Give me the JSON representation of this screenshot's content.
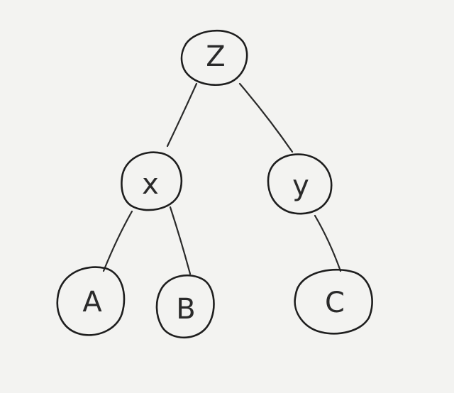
{
  "diagram": {
    "type": "tree",
    "nodes": [
      {
        "id": "z",
        "label": "Z"
      },
      {
        "id": "x",
        "label": "x"
      },
      {
        "id": "y",
        "label": "y"
      },
      {
        "id": "a",
        "label": "A"
      },
      {
        "id": "b",
        "label": "B"
      },
      {
        "id": "c",
        "label": "C"
      }
    ],
    "edges": [
      {
        "from": "z",
        "to": "x"
      },
      {
        "from": "z",
        "to": "y"
      },
      {
        "from": "x",
        "to": "a"
      },
      {
        "from": "x",
        "to": "b"
      },
      {
        "from": "y",
        "to": "c"
      }
    ],
    "colors": {
      "ink": "#1e1e1e",
      "paper": "#f3f3f1"
    }
  }
}
